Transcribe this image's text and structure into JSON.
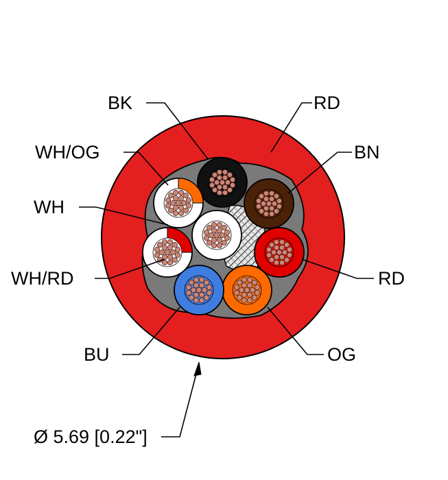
{
  "diagram": {
    "labels": {
      "bk": "BK",
      "rd_top": "RD",
      "wh_og": "WH/OG",
      "bn": "BN",
      "wh": "WH",
      "wh_rd": "WH/RD",
      "rd_right": "RD",
      "bu": "BU",
      "og": "OG",
      "diameter": "Ø 5.69 [0.22\"]"
    },
    "colors": {
      "jacket": "#e41f1f",
      "filler": "#7a7a7a",
      "black": "#111111",
      "brown": "#4a2208",
      "red": "#e00000",
      "orange": "#ff6a00",
      "blue": "#3f7de0",
      "white": "#ffffff",
      "copper": "#c98878"
    }
  }
}
